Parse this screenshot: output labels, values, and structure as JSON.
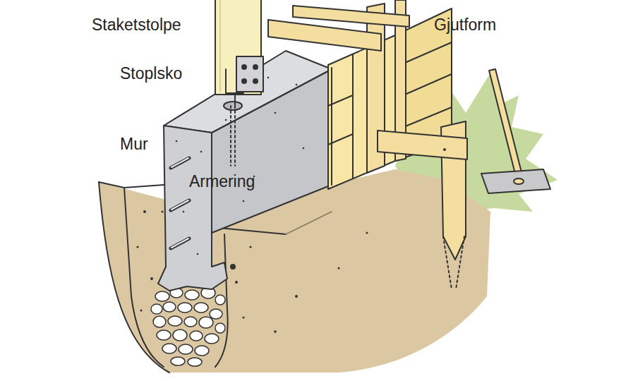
{
  "diagram": {
    "labels": [
      "Staketstolpe",
      "Stoplsko",
      "Gjutform",
      "Mur",
      "Armering"
    ]
  }
}
